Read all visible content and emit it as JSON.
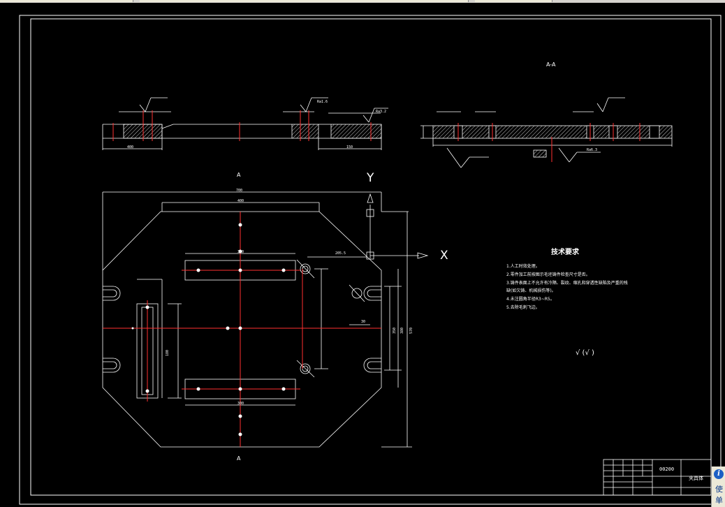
{
  "section_label": "A-A",
  "view_label_top": "A",
  "view_label_bottom": "A",
  "axis_y": "Y",
  "axis_x": "X",
  "roughness_symbol": "√ (√ )",
  "tech_requirements": {
    "title": "技术要求",
    "items": [
      "1.人工时效处理。",
      "2.零件加工前按图示毛坯铸件检查尺寸是否。",
      "3.铸件表面上不允许有冷隔、裂纹、缩孔和穿透性缺陷及严重的残",
      "缺(如欠铸、机械损伤等)。",
      "4.未注圆角半径R3~R5。",
      "5.去除毛刺飞边。"
    ]
  },
  "dimensions": {
    "width_top": "700",
    "inner_top": "400",
    "slot_w": "300",
    "slot_w_bottom": "300",
    "height_total": "570",
    "offset_x": "205.5",
    "h_right1": "350",
    "h_right2": "380",
    "small_a": "30",
    "left_h": "180",
    "sec_left": "400",
    "sec_right": "150",
    "rough1": "Ra1.6",
    "rough2": "Ra3.2",
    "rough3": "Ra6.3"
  },
  "title_block": {
    "part_no": "00200",
    "name": "夹具体"
  },
  "side_panel": {
    "icon": "i",
    "text1": "使",
    "text2": "单"
  },
  "colors": {
    "background": "#000000",
    "line": "#ffffff",
    "centerline": "#ff3030",
    "hatch": "#ffffff"
  }
}
